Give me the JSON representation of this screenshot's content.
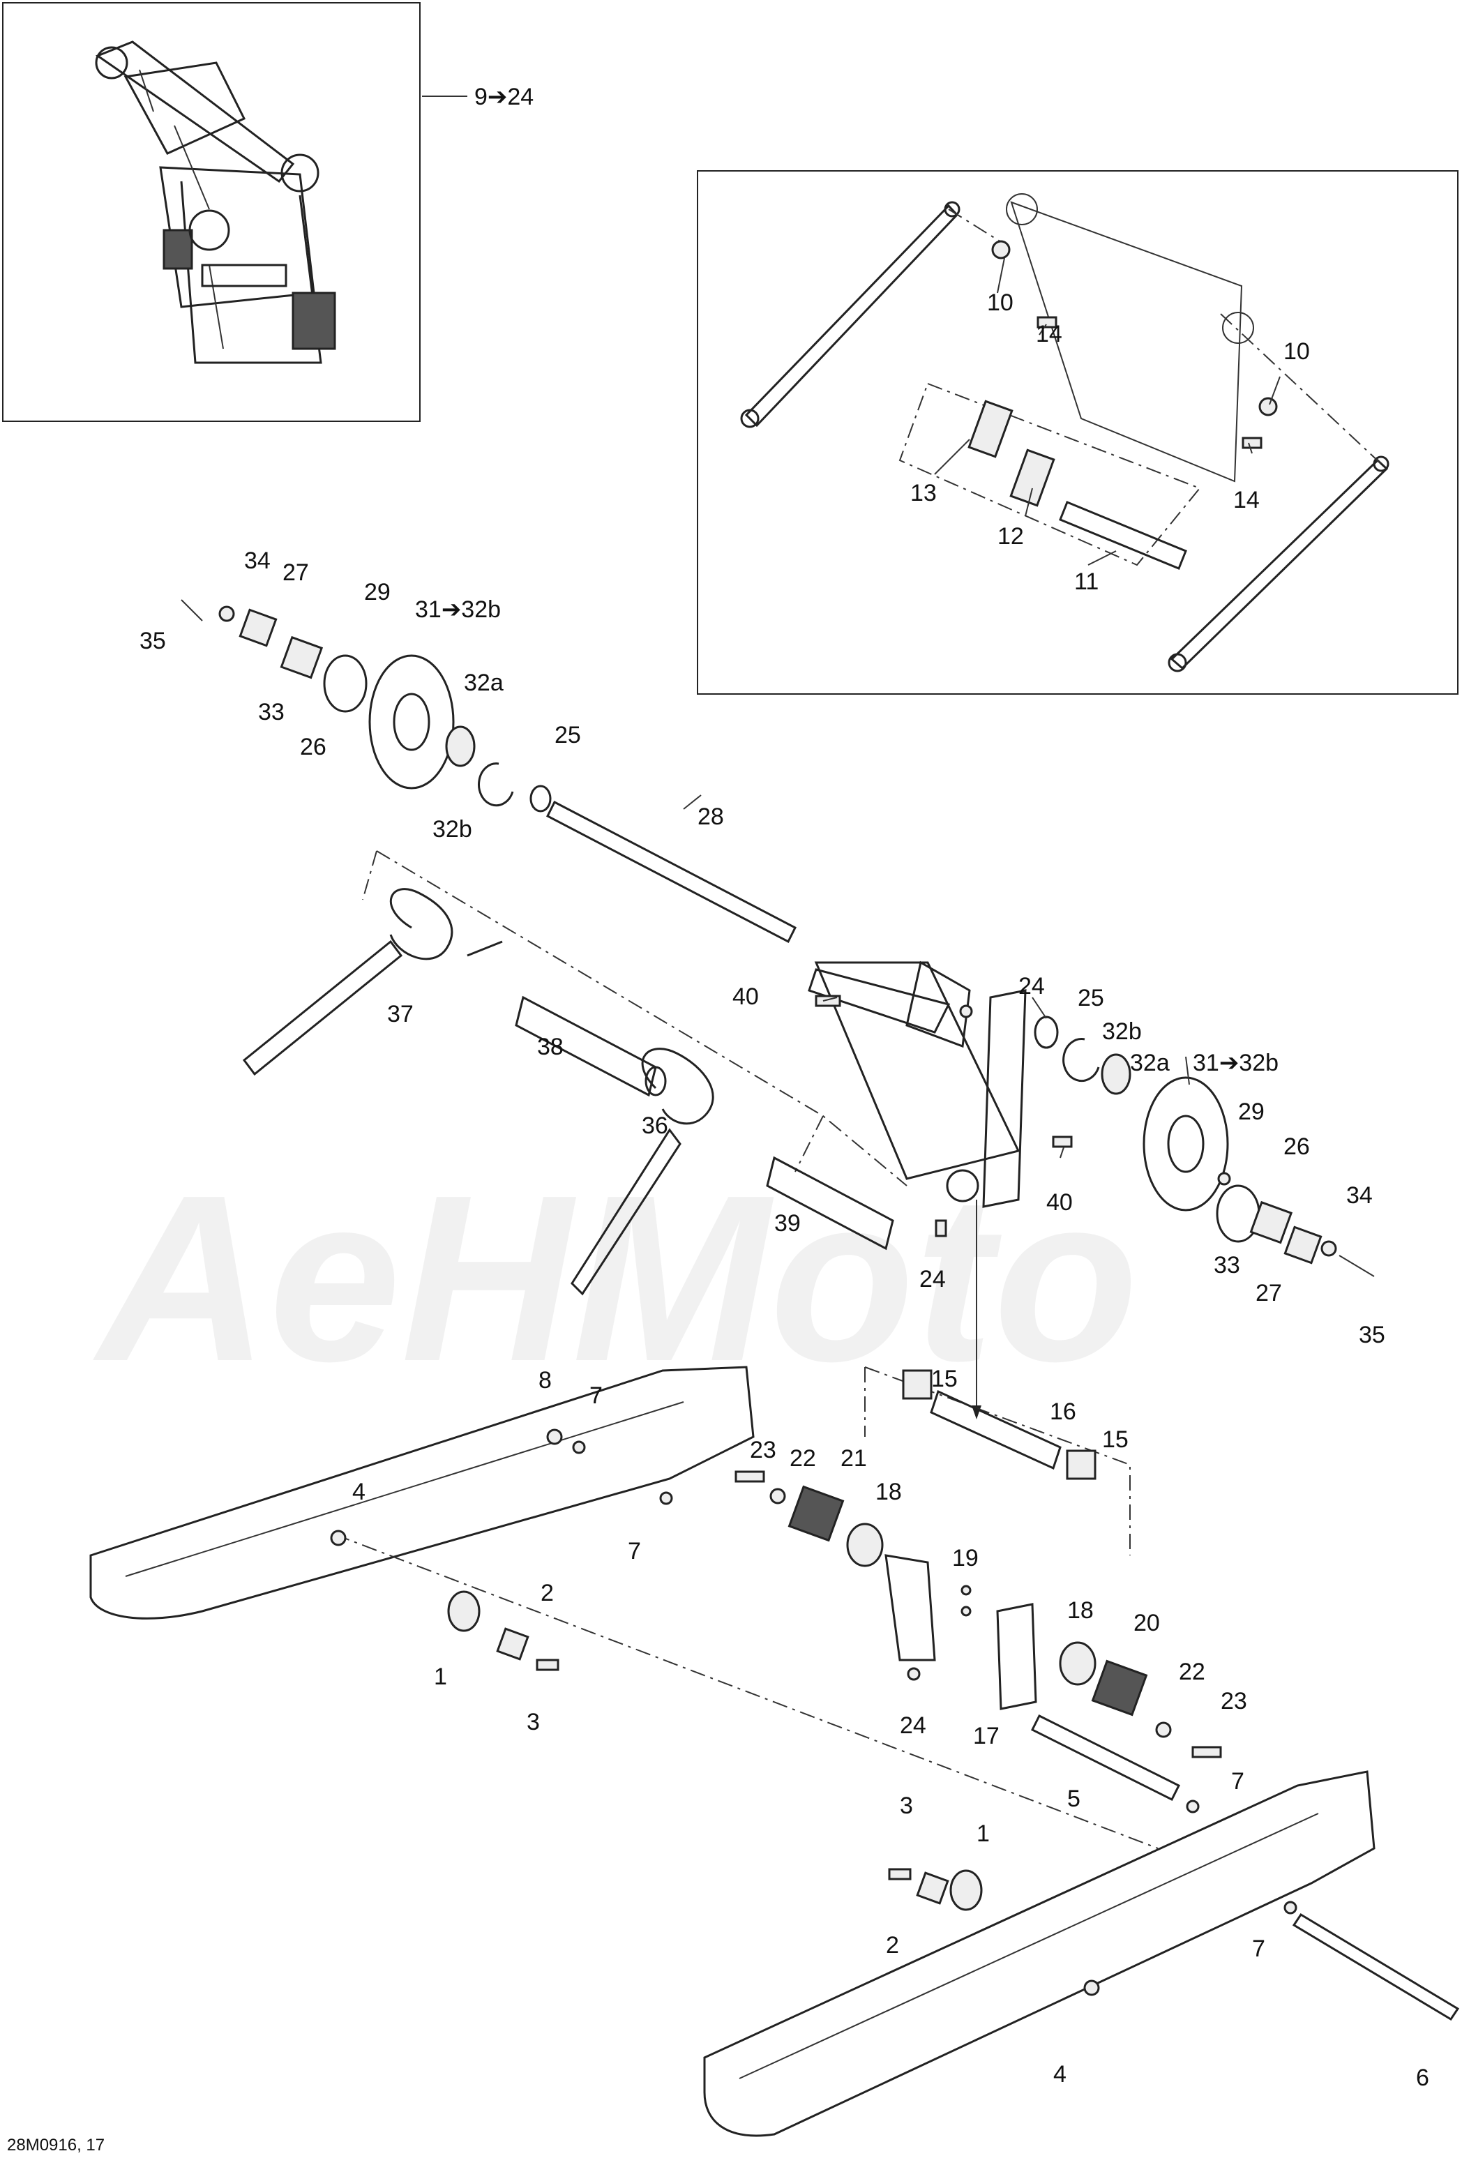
{
  "callouts": {
    "c9_24": "9➔24",
    "c10a": "10",
    "c10b": "10",
    "c14a": "14",
    "c14b": "14",
    "c13": "13",
    "c12": "12",
    "c11": "11",
    "c34a": "34",
    "c27a": "27",
    "c29a": "29",
    "c31a": "31➔32b",
    "c35a": "35",
    "c33a": "33",
    "c26a": "26",
    "c32aa": "32a",
    "c25a": "25",
    "c32ba": "32b",
    "c28": "28",
    "c37": "37",
    "c38": "38",
    "c36": "36",
    "c39": "39",
    "c40a": "40",
    "c24a": "24",
    "c25b": "25",
    "c32bb": "32b",
    "c32ab": "32a",
    "c31b": "31➔32b",
    "c29b": "29",
    "c26b": "26",
    "c40b": "40",
    "c24b": "24",
    "c34b": "34",
    "c33b": "33",
    "c27b": "27",
    "c35b": "35",
    "c8": "8",
    "c7a": "7",
    "c4a": "4",
    "c7b": "7",
    "c2a": "2",
    "c1a": "1",
    "c3a": "3",
    "c15a": "15",
    "c16": "16",
    "c15b": "15",
    "c23a": "23",
    "c22a": "22",
    "c21": "21",
    "c18a": "18",
    "c19": "19",
    "c18b": "18",
    "c20": "20",
    "c22b": "22",
    "c23b": "23",
    "c24c": "24",
    "c17": "17",
    "c5": "5",
    "c7c": "7",
    "c3b": "3",
    "c1b": "1",
    "c2b": "2",
    "c7d": "7",
    "c6": "6",
    "c4b": "4"
  },
  "watermark": "AeHMoto",
  "figure_code": "28M0916, 17"
}
